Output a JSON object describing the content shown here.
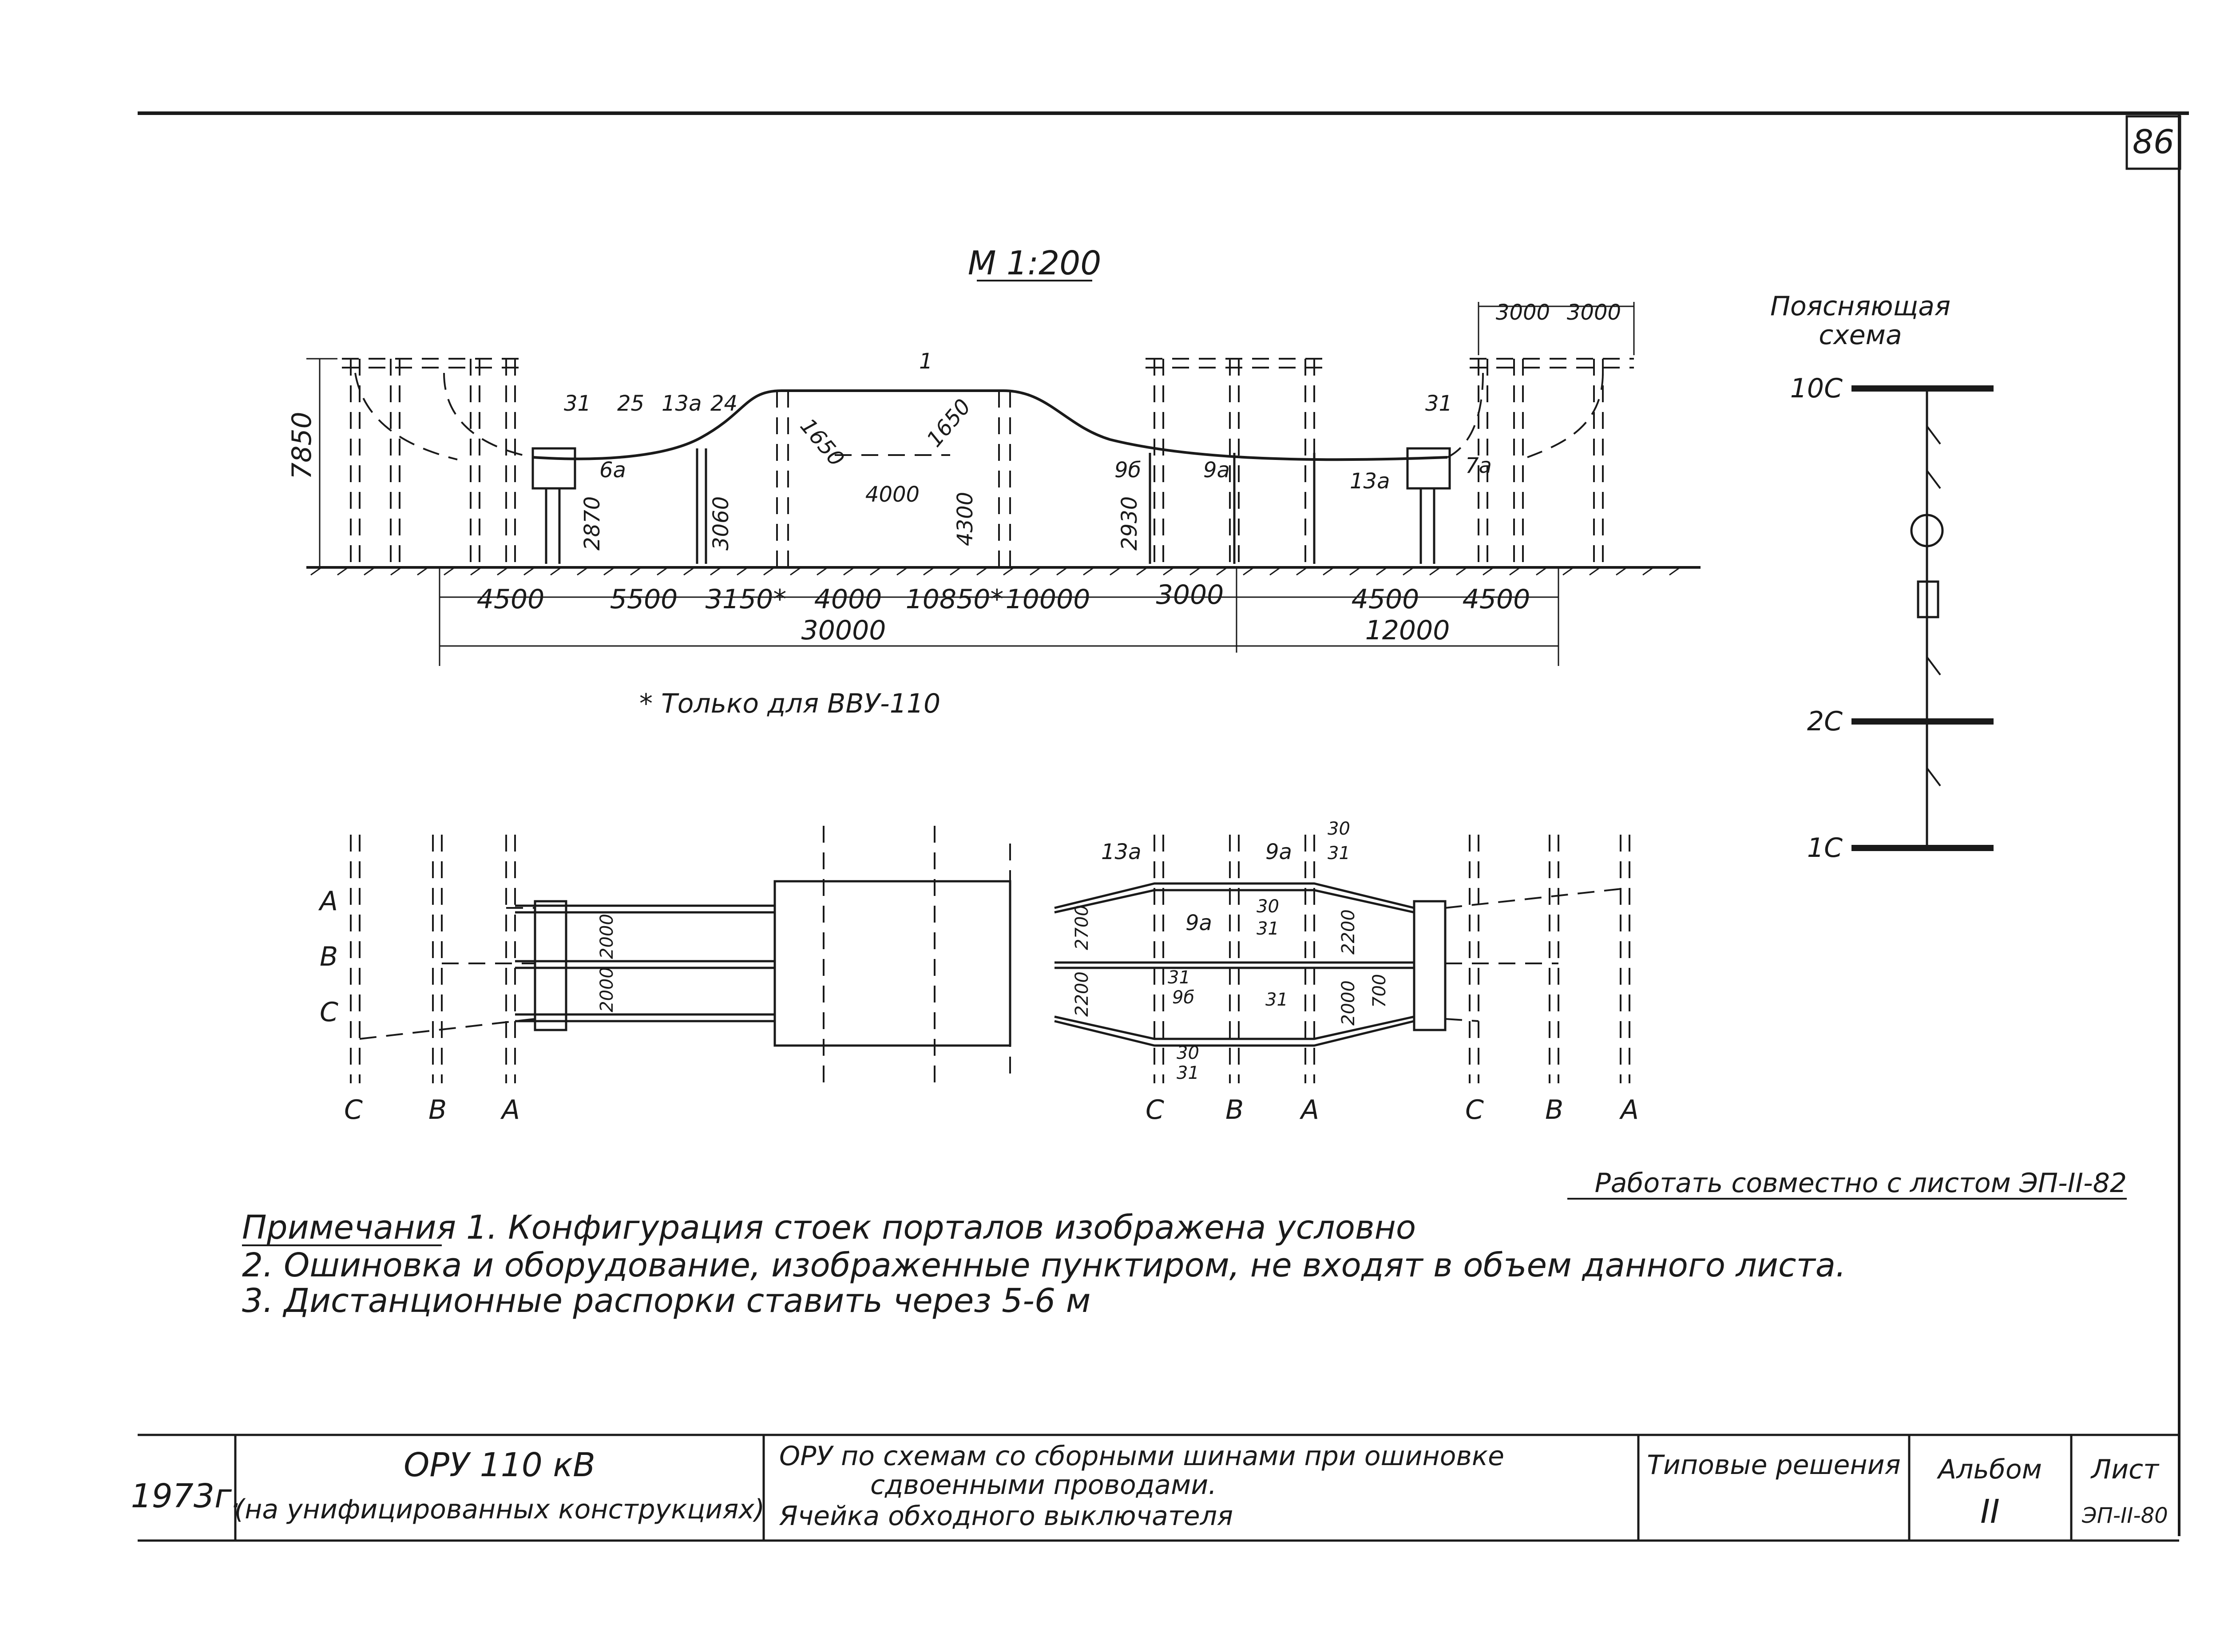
{
  "sheet": {
    "page_number": "86",
    "scale": "М 1:200",
    "footnote": "* Только для ВВУ-110",
    "cross_ref": "Работать совместно с листом ЭП-II-82"
  },
  "elevation": {
    "height_total": "7850",
    "heights": [
      "2870",
      "3060",
      "4300",
      "2930"
    ],
    "radii": [
      "1650",
      "1650"
    ],
    "inner_span": "4000",
    "top_spans": [
      "3000",
      "3000"
    ],
    "labels": [
      "31",
      "25",
      "13а",
      "24",
      "1",
      "6а",
      "9б",
      "9а",
      "13а",
      "31",
      "7а"
    ],
    "bottom_spans": [
      "4500",
      "5500",
      "3150*",
      "4000",
      "10850*",
      "10000",
      "3000",
      "4500",
      "4500"
    ],
    "totals": [
      "30000",
      "12000"
    ]
  },
  "plan": {
    "phases_left": [
      "A",
      "B",
      "C"
    ],
    "phases_bottom_1": [
      "C",
      "B",
      "A"
    ],
    "phases_bottom_2": [
      "C",
      "B",
      "A"
    ],
    "phases_bottom_3": [
      "C",
      "B",
      "A"
    ],
    "dims": [
      "2000",
      "2000",
      "2700",
      "2200",
      "2200",
      "2000",
      "700"
    ],
    "labels": [
      "13а",
      "9а",
      "30",
      "31",
      "30",
      "31",
      "9а",
      "31",
      "9б",
      "31",
      "30",
      "31"
    ]
  },
  "schema": {
    "title_1": "Поясняющая",
    "title_2": "схема",
    "buses": [
      "10С",
      "2С",
      "1С"
    ]
  },
  "notes": {
    "title": "Примечания",
    "items": [
      "1. Конфигурация стоек порталов изображена условно",
      "2. Ошиновка и оборудование, изображенные пунктиром, не входят в объем данного листа.",
      "3. Дистанционные распорки ставить через 5-6 м"
    ]
  },
  "titleblock": {
    "year": "1973г.",
    "object_1": "ОРУ 110 кВ",
    "object_2": "(на унифицированных конструкциях)",
    "desc_1": "ОРУ по схемам со сборными шинами при ошиновке",
    "desc_2": "сдвоенными проводами.",
    "desc_3": "Ячейка обходного выключателя",
    "type": "Типовые решения",
    "album_label": "Альбом",
    "album_value": "II",
    "sheet_label": "Лист",
    "sheet_value": "ЭП-II-80"
  }
}
